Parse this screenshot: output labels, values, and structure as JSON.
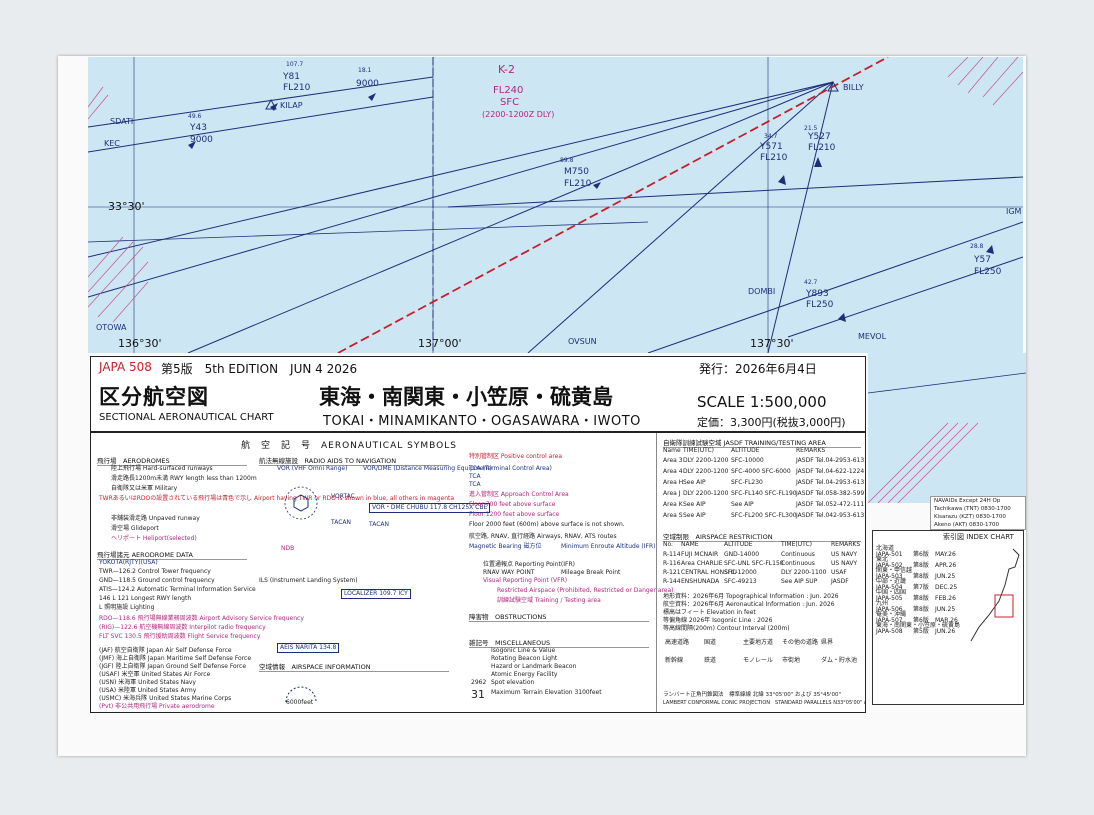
{
  "header": {
    "japa": "JAPA 508",
    "edition": "第5版　5th EDITION　JUN 4 2026",
    "title_jp": "区分航空図",
    "title_en": "SECTIONAL AERONAUTICAL CHART",
    "region_jp": "東海・南関東・小笠原・硫黄島",
    "region_en": "TOKAI・MINAMIKANTO・OGASAWARA・IWOTO",
    "issued": "発行：2026年6月4日",
    "scale": "SCALE 1:500,000",
    "price": "定価：3,300円(税抜3,000円)"
  },
  "map": {
    "area_label": "K-2",
    "area_limits": [
      "FL240",
      "SFC",
      "(2200-1200Z DLY)"
    ],
    "fixes": [
      "KILAP",
      "BILLY",
      "SDATI",
      "KEC",
      "DOMBI",
      "OTOWA",
      "OVSUN",
      "MEVOL",
      "IGM"
    ],
    "routes": [
      "Y81",
      "FL210",
      "9000",
      "Y43",
      "9000",
      "M750",
      "FL210",
      "Y571",
      "FL210",
      "Y527",
      "FL210",
      "Y57",
      "FL250",
      "Y893",
      "FL250"
    ],
    "bearings": [
      "107.7",
      "18.1",
      "49.6",
      "89.8",
      "34.7",
      "21.5",
      "28.8",
      "42.7"
    ],
    "grid": [
      "33°30'",
      "136°30'",
      "137°00'",
      "137°30'"
    ]
  },
  "legend": {
    "title": "航　空　記　号　AERONAUTICAL SYMBOLS",
    "aerodromes_h": "飛行場　AERODROMES",
    "aerodromes": [
      "陸上飛行場 Hard-surfaced runways",
      "滑走路長1200m未満 RWY length less than 1200m",
      "自衛隊又は米軍 Military",
      "TWRあるいはRDOの設置されている飛行場は青色で示し Airport having TWR or RDO is shown in blue, all others in magenta",
      "非舗装滑走路 Unpaved runway",
      "滑空場 Glideport",
      "ヘリポート Heliport(selected)"
    ],
    "aerodrome_data_h": "飛行場諸元 AERODROME DATA",
    "aerodrome_data": [
      "YOKOTA(RJTY)(USA)",
      "TWR—126.2 Control Tower frequency",
      "GND—118.5 Ground control frequency",
      "ATIS—124.2 Automatic Terminal Information Service",
      "146 L 121 Longest RWY length",
      "L 照明施設 Lighting",
      "RDO—118.6 飛行場無線業務周波数 Airport Advisory Service frequency",
      "(RIG)—122.6 航空機無線周波数 Interpilot radio frequency",
      "FLT SVC 130.5 飛行援助周波数 Flight Service frequency"
    ],
    "users": [
      "(JAF) 航空自衛隊 Japan Air Self Defense Force",
      "(JMF) 海上自衛隊 Japan Maritime Self Defense Force",
      "(JGF) 陸上自衛隊 Japan Ground Self Defense Force",
      "(USAF) 米空軍 United States Air Force",
      "(USN) 米海軍 United States Navy",
      "(USA) 米陸軍 United States Army",
      "(USMC) 米海兵隊 United States Marine Corps",
      "(Pvt) 非公共用飛行場 Private aerodrome"
    ],
    "navaids_h": "航法無線施設　RADIO AIDS TO NAVIGATION",
    "navaids": [
      "VOR (VHF Omni Range)",
      "VOR/DME (Distance Measuring Equipment)",
      "VORTAC",
      "TACAN",
      "VOR・DME CHUBU 117.8 CH125X CBE",
      "TACAN",
      "NDB",
      "ILS (Instrument Landing System)",
      "LOCALIZER 109.7 ICY",
      "AEIS NARITA 134.8",
      "6000feet"
    ],
    "airspace_h": "空域情報　AIRSPACE INFORMATION",
    "airspace_col": [
      "特別管制区 Positive control area",
      "TCA (Terminal Control Area)",
      "TCA",
      "TCA",
      "進入管制区 Approach Control Area",
      "Floor 700 feet above surface",
      "Floor 1200 feet above surface",
      "Floor 2000 feet (600m) above surface is not shown.",
      "航空路, RNAV, 直行経路 Airways, RNAV, ATS routes",
      "Magnetic Bearing 磁方位",
      "Minimum Enroute Altitude (IFR)",
      "位置通報点 Reporting Point(IFR)",
      "RNAV WAY POINT",
      "Mileage Break Point",
      "Visual Reporting Point (VFR)",
      "Restricted Airspace (Prohibited, Restricted or Danger area)",
      "訓練試験空域 Training / Testing area"
    ],
    "obstructions_h": "障害物　OBSTRUCTIONS",
    "misc_h": "雑記号　MISCELLANEOUS",
    "misc": [
      "Isogonic Line & Value",
      "Rotating Beacon Light",
      "Hazard or Landmark Beacon",
      "Atomic Energy Facility",
      "Spot elevation",
      "Maximum Terrain Elevation 3100feet"
    ],
    "spot": [
      "2962",
      "31"
    ],
    "testing_h": "自衛隊訓練試験空域 JASDF TRAINING/TESTING AREA",
    "testing_cols": [
      "Name",
      "TIME(UTC)",
      "ALTITUDE",
      "REMARKS"
    ],
    "testing_rows": [
      [
        "Area 3",
        "DLY 2200-1200",
        "SFC-10000",
        "JASDF Tel.04-2953-6131"
      ],
      [
        "Area 4",
        "DLY 2200-1200",
        "SFC-4000 SFC-6000",
        "JASDF Tel.04-622-1224"
      ],
      [
        "Area H",
        "See AIP",
        "SFC-FL230",
        "JASDF Tel.04-2953-6131"
      ],
      [
        "Area J",
        "DLY 2200-1200",
        "SFC-FL140 SFC-FL190",
        "JASDF Tel.058-382-5997"
      ],
      [
        "Area K",
        "See AIP",
        "See AIP",
        "JASDF Tel.052-472-1111"
      ],
      [
        "Area S",
        "See AIP",
        "SFC-FL200 SFC-FL300",
        "JASDF Tel.042-953-6131"
      ]
    ],
    "restriction_h": "空域制限　AIRSPACE RESTRICTION",
    "restriction_cols": [
      "No.",
      "NAME",
      "ALTITUDE",
      "TIME(UTC)",
      "REMARKS"
    ],
    "restriction_rows": [
      [
        "R-114",
        "FUJI MCNAIR",
        "GND-14000",
        "Continuous",
        "US NAVY"
      ],
      [
        "R-116",
        "Area CHARLIE",
        "SFC-UNL SFC-FL150",
        "Continuous",
        "US NAVY"
      ],
      [
        "R-121",
        "CENTRAL HONSHU",
        "SFC-12000",
        "DLY 2200-1100",
        "USAF"
      ],
      [
        "R-144",
        "ENSHUNADA",
        "SFC-49213",
        "See AIP SUP",
        "JASDF"
      ]
    ],
    "info": [
      "地形資料：2026年6月 Topographical Information : Jun. 2026",
      "航空資料：2026年6月 Aeronautical Information : Jun. 2026",
      "標高はフィート Elevation in feet",
      "等偏角線 2026年 Isogonic Line : 2026",
      "等高線間隔(200m) Contour Interval (200m)"
    ],
    "topo": [
      "高速道路",
      "国道",
      "主要地方道",
      "その他の道路",
      "県界",
      "新幹線",
      "鉄道",
      "モノレール",
      "市街地",
      "ダム・貯水池"
    ],
    "projection": "ランバート正角円錐図法　標準緯線 北緯 33°05'00\" および 35°45'00\"",
    "projection_en": "LAMBERT CONFORMAL CONIC PROJECTION　STANDARD PARALLELS N33°05'00\" and 35°45'00\""
  },
  "side_notes": [
    "NAVAIDs Except 24H Op",
    "Tachikawa (TNT) 0830-1700",
    "Kisarazu (KZT) 0830-1700",
    "Akeno (AKT) 0830-1700"
  ],
  "index": {
    "title": "索引図 INDEX CHART",
    "items": [
      [
        "北海道",
        "JAPA-501",
        "第6版",
        "MAY.26"
      ],
      [
        "東北",
        "JAPA-502",
        "第8版",
        "APR.26"
      ],
      [
        "関東・甲信越",
        "JAPA-503",
        "第8版",
        "JUN.25"
      ],
      [
        "中部・近畿",
        "JAPA-504",
        "第7版",
        "DEC.25"
      ],
      [
        "中国・四国",
        "JAPA-505",
        "第8版",
        "FEB.26"
      ],
      [
        "九州",
        "JAPA-506",
        "第8版",
        "JUN.25"
      ],
      [
        "奄美・沖縄",
        "JAPA-507",
        "第6版",
        "MAR.26"
      ],
      [
        "東海・南関東・小笠原・硫黄島",
        "JAPA-508",
        "第5版",
        "JUN.26"
      ]
    ]
  }
}
